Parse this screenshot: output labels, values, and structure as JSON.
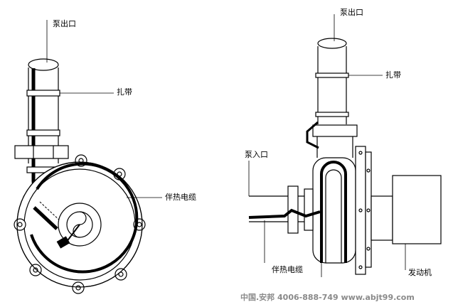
{
  "left_diagram": {
    "labels": {
      "pump_outlet": "泵出口",
      "cable_tie": "扎带",
      "heat_trace_cable": "伴热电缆"
    }
  },
  "right_diagram": {
    "labels": {
      "pump_outlet": "泵出口",
      "cable_tie": "扎带",
      "pump_inlet": "泵入口",
      "heat_trace_cable": "伴热电缆",
      "motor": "发动机"
    }
  },
  "watermark": "中国.安邦 4006-888-749 www.abjt99.com"
}
